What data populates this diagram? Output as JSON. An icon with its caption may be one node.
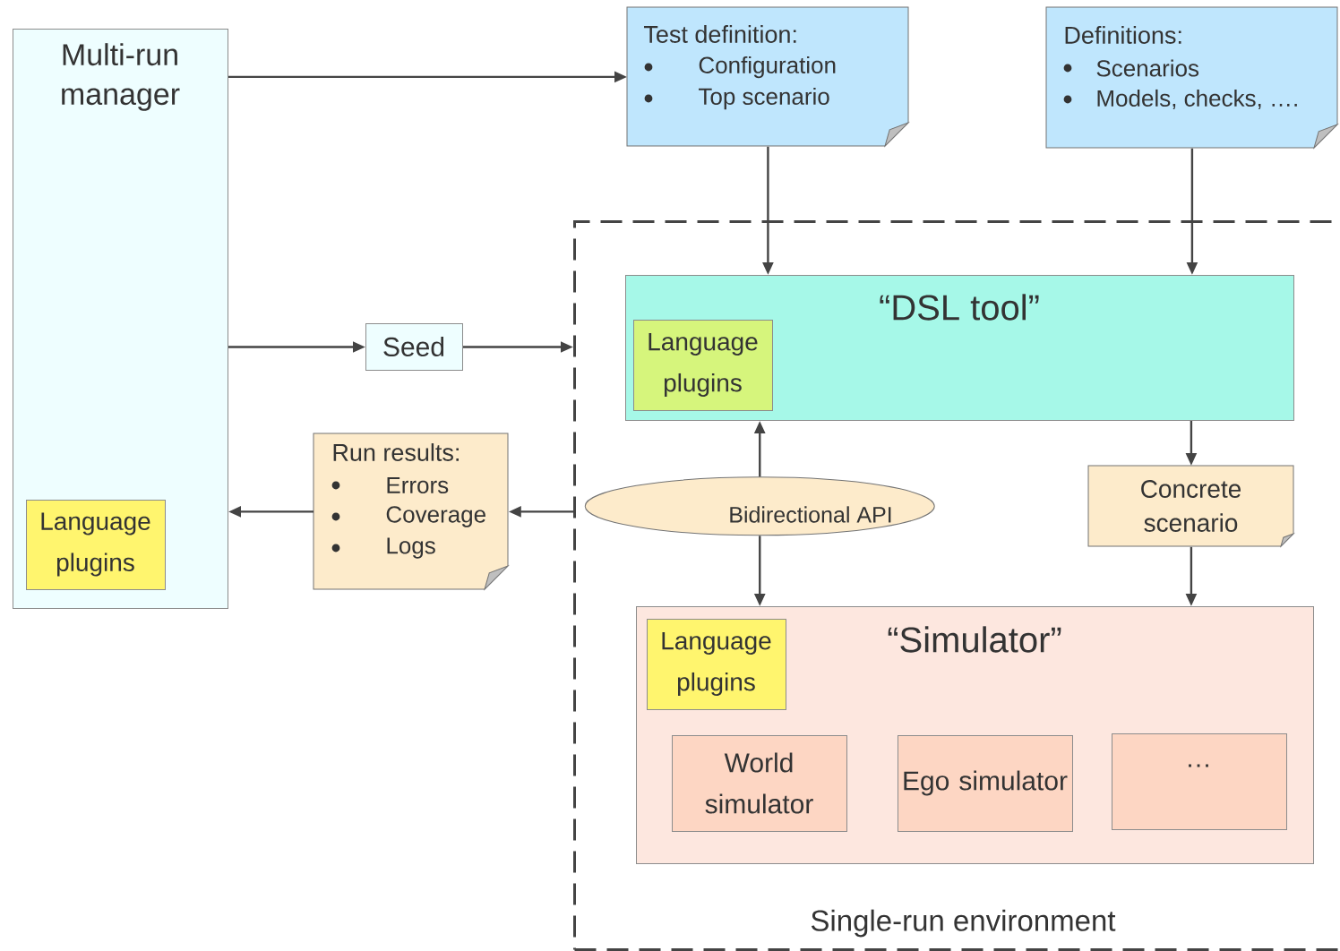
{
  "diagram": {
    "nodes": [
      {
        "text": [
          "Multi-run manager"
        ]
      },
      {
        "text": [
          "Language plugins"
        ],
        "in": 0
      },
      {
        "text": [
          "Test definition:",
          "Configuration",
          "Top scenario"
        ]
      },
      {
        "text": [
          "Definitions:",
          "Scenarios",
          "Models, checks, …."
        ]
      },
      {
        "text": [
          "Seed"
        ]
      },
      {
        "text": [
          "Run results:",
          "Errors",
          "Coverage",
          "Logs"
        ]
      },
      {
        "text": [
          "Single-run environment"
        ]
      },
      {
        "text": [
          "“DSL tool”"
        ],
        "in": 6
      },
      {
        "text": [
          "Language plugins"
        ],
        "in": 7
      },
      {
        "text": [
          "Bidirectional API"
        ],
        "in": 6
      },
      {
        "text": [
          "Concrete scenario"
        ],
        "in": 6
      },
      {
        "text": [
          "“Simulator”"
        ],
        "in": 6
      },
      {
        "text": [
          "Language plugins"
        ],
        "in": 11
      },
      {
        "text": [
          "World simulator"
        ],
        "in": 11
      },
      {
        "text": [
          "Ego simulator"
        ],
        "in": 11
      },
      {
        "text": [
          "…"
        ],
        "in": 11
      }
    ],
    "edges": [
      {
        "from": 0,
        "to": 2,
        "arrow": "to"
      },
      {
        "from": 2,
        "to": 7,
        "arrow": "to"
      },
      {
        "from": 3,
        "to": 7,
        "arrow": "to"
      },
      {
        "from": 0,
        "to": 4,
        "arrow": "to"
      },
      {
        "from": 4,
        "to": 6,
        "arrow": "to"
      },
      {
        "from": 6,
        "to": 5,
        "arrow": "to"
      },
      {
        "from": 5,
        "to": 0,
        "arrow": "to"
      },
      {
        "from": 9,
        "to": 7,
        "arrow": "to"
      },
      {
        "from": 9,
        "to": 11,
        "arrow": "to"
      },
      {
        "from": 7,
        "to": 10,
        "arrow": "to"
      },
      {
        "from": 10,
        "to": 11,
        "arrow": "to"
      }
    ]
  }
}
